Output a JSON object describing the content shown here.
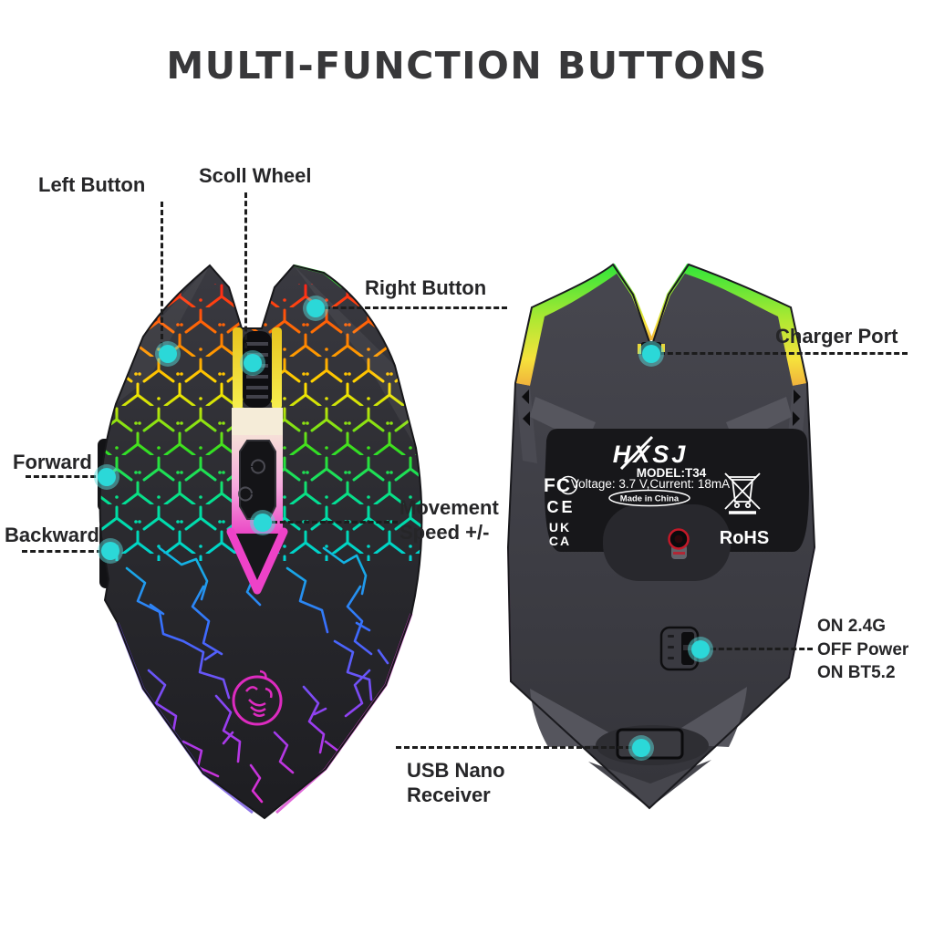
{
  "title": "MULTI-FUNCTION BUTTONS",
  "colors": {
    "accent_cyan": "#2BD8D8",
    "label_text": "#262628",
    "title_text": "#38383A",
    "mouse_body_dark": "#26262B",
    "bottom_body_gray": "#3E3E45",
    "edge_green": "#3CE53A",
    "edge_yellow": "#F2E23C",
    "strip_pink": "#EA40C4",
    "strip_cream": "#F5ECD8",
    "sensor_red": "#C41828"
  },
  "callouts": {
    "left_button": "Left Button",
    "scroll_wheel": "Scoll Wheel",
    "right_button": "Right Button",
    "forward": "Forward",
    "backward": "Backward",
    "movement_speed": "Movement Speed +/-",
    "charger_port": "Charger Port",
    "switch_line1": "ON 2.4G",
    "switch_line2": "OFF Power",
    "switch_line3": "ON BT5.2",
    "usb_receiver": "USB Nano Receiver"
  },
  "bottom_label": {
    "brand": "HXSJ",
    "model": "MODEL:T34",
    "specs": "Voltage: 3.7 V,Current: 18mA",
    "origin": "Made in China",
    "fcc": "FC",
    "ce": "CE",
    "ukca_line1": "UK",
    "ukca_line2": "CA",
    "rohs": "RoHS"
  }
}
